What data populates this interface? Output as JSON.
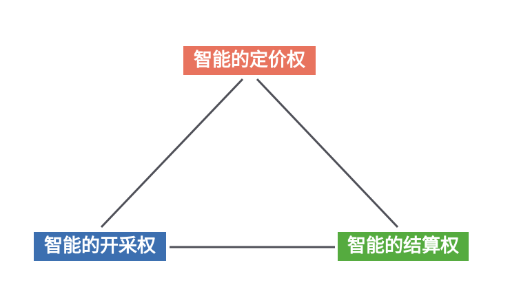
{
  "diagram": {
    "nodes": {
      "top": {
        "label": "智能的定价权",
        "color": "#e8735e"
      },
      "left": {
        "label": "智能的开采权",
        "color": "#3c6fb0"
      },
      "right": {
        "label": "智能的结算权",
        "color": "#55ab3f"
      }
    },
    "edges": [
      {
        "from": "top",
        "to": "left"
      },
      {
        "from": "top",
        "to": "right"
      },
      {
        "from": "left",
        "to": "right"
      }
    ],
    "edge_color": "#4f5058"
  }
}
